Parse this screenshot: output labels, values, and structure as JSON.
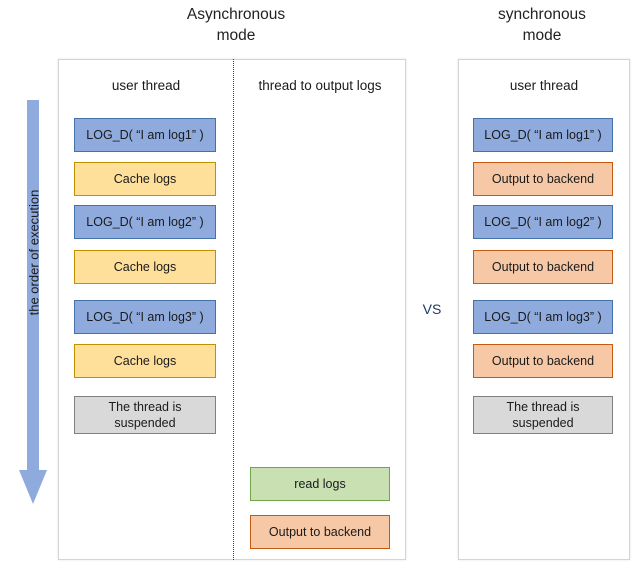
{
  "titles": {
    "async": "Asynchronous\nmode",
    "sync": "synchronous\nmode"
  },
  "vs_label": "VS",
  "order_arrow": {
    "label": "the order of execution",
    "color": "#8FAADC",
    "direction": "down"
  },
  "colors": {
    "blue": "#8FAADC",
    "blue_border": "#4472A8",
    "yellow": "#FEE09A",
    "yellow_border": "#BF9000",
    "orange": "#F6C8A6",
    "orange_border": "#C55A11",
    "green": "#C8E0B2",
    "green_border": "#70A64A",
    "grey": "#D9D9D9",
    "grey_border": "#808080",
    "panel_border": "#D4D4D4",
    "divider": "#3D3D3D"
  },
  "async_panel": {
    "user_thread_header": "user thread",
    "output_thread_header": "thread to output logs",
    "user_thread_blocks": [
      {
        "text": "LOG_D( “I am log1” )",
        "color": "blue"
      },
      {
        "text": "Cache logs",
        "color": "yellow"
      },
      {
        "text": "LOG_D( “I am log2” )",
        "color": "blue"
      },
      {
        "text": "Cache logs",
        "color": "yellow"
      },
      {
        "text": "LOG_D( “I am log3” )",
        "color": "blue"
      },
      {
        "text": "Cache logs",
        "color": "yellow"
      },
      {
        "text": "The thread is\nsuspended",
        "color": "grey"
      }
    ],
    "output_thread_blocks": [
      {
        "text": "read logs",
        "color": "green"
      },
      {
        "text": "Output to backend",
        "color": "orange"
      }
    ]
  },
  "sync_panel": {
    "user_thread_header": "user thread",
    "user_thread_blocks": [
      {
        "text": "LOG_D( “I am log1” )",
        "color": "blue"
      },
      {
        "text": "Output to backend",
        "color": "orange"
      },
      {
        "text": "LOG_D( “I am log2” )",
        "color": "blue"
      },
      {
        "text": "Output to backend",
        "color": "orange"
      },
      {
        "text": "LOG_D( “I am log3” )",
        "color": "blue"
      },
      {
        "text": "Output to backend",
        "color": "orange"
      },
      {
        "text": "The thread is\nsuspended",
        "color": "grey"
      }
    ]
  }
}
